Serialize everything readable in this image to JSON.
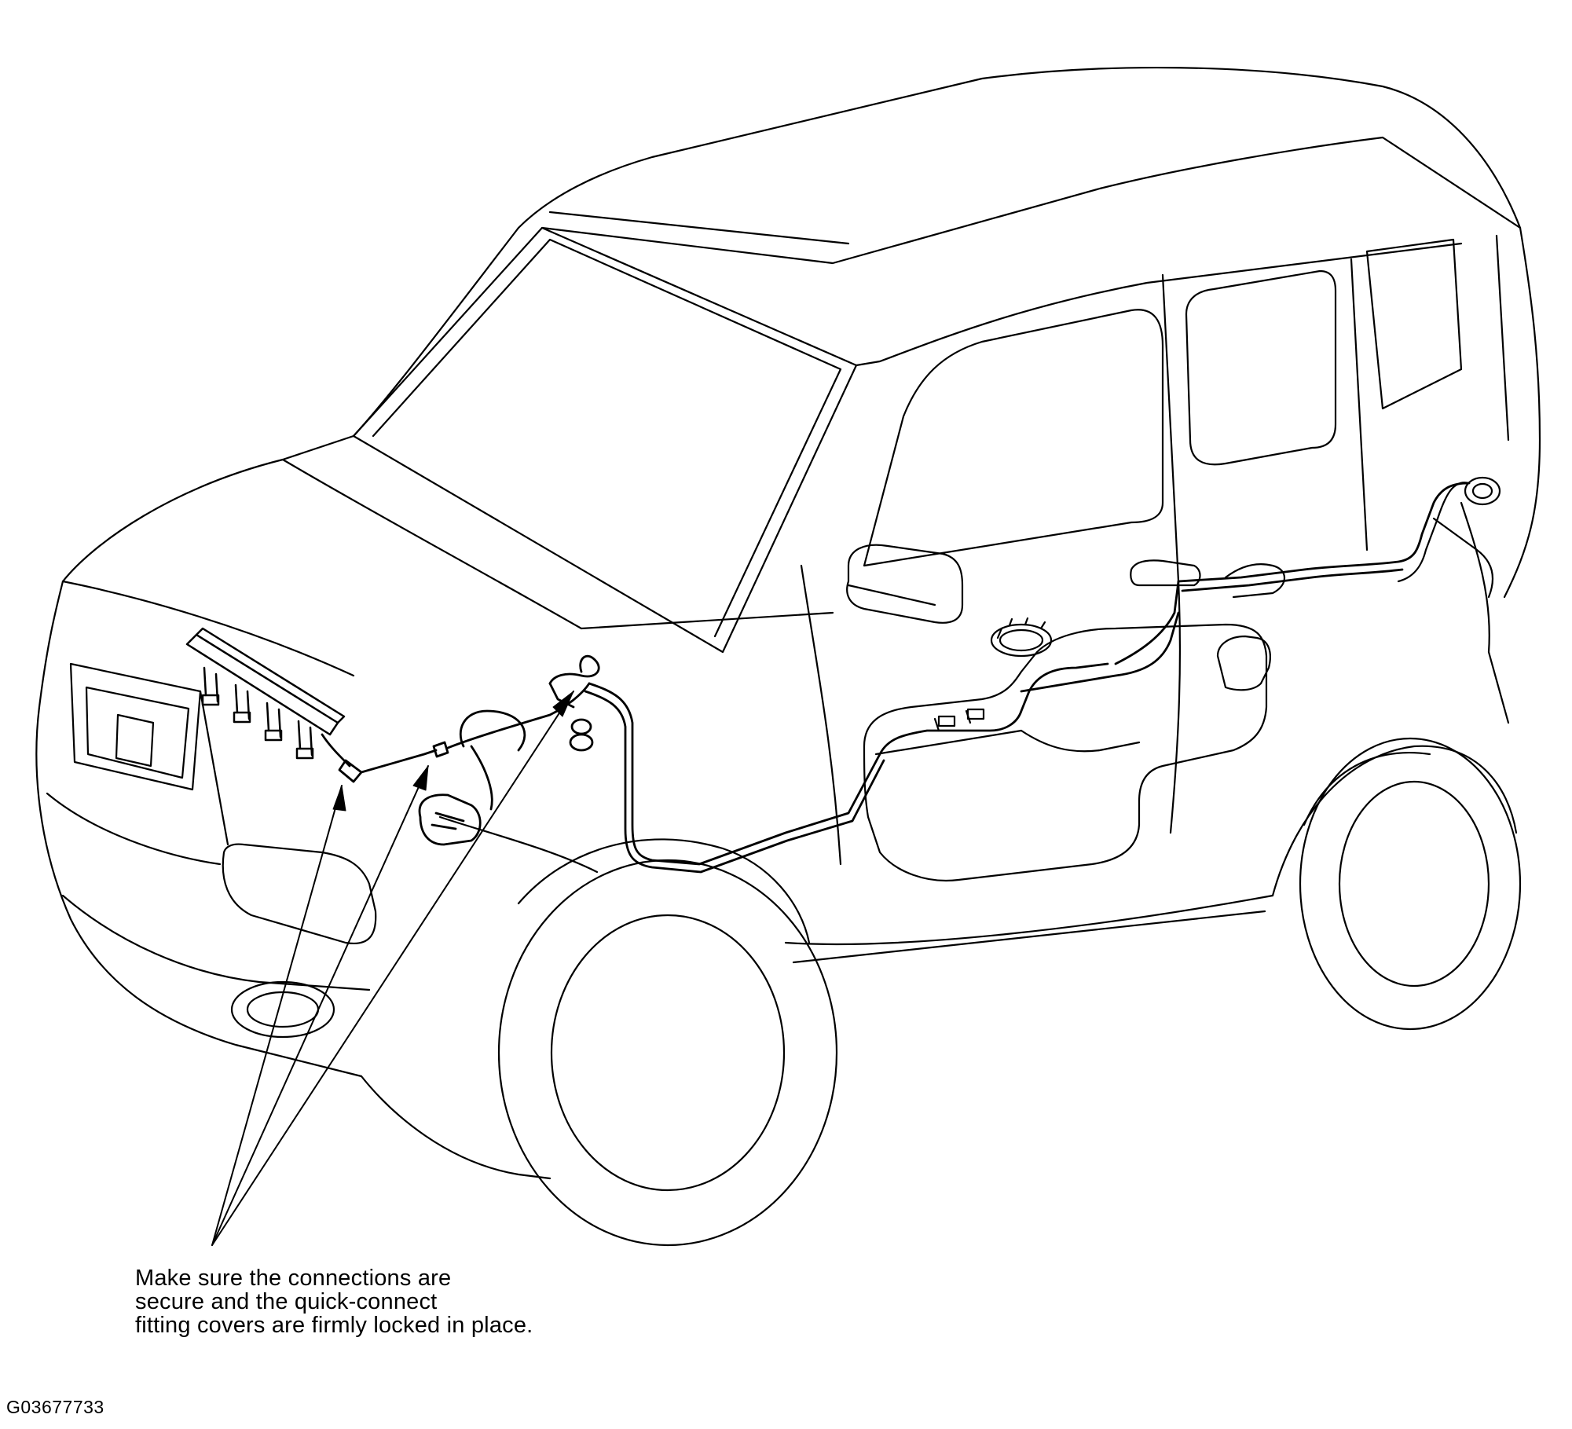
{
  "diagram": {
    "callout": {
      "lines": [
        "Make sure the connections are",
        "secure and the quick-connect",
        "fitting covers are firmly locked in place."
      ]
    },
    "figure_id": "G03677733",
    "colors": {
      "line": "#000000",
      "background": "#ffffff"
    }
  }
}
